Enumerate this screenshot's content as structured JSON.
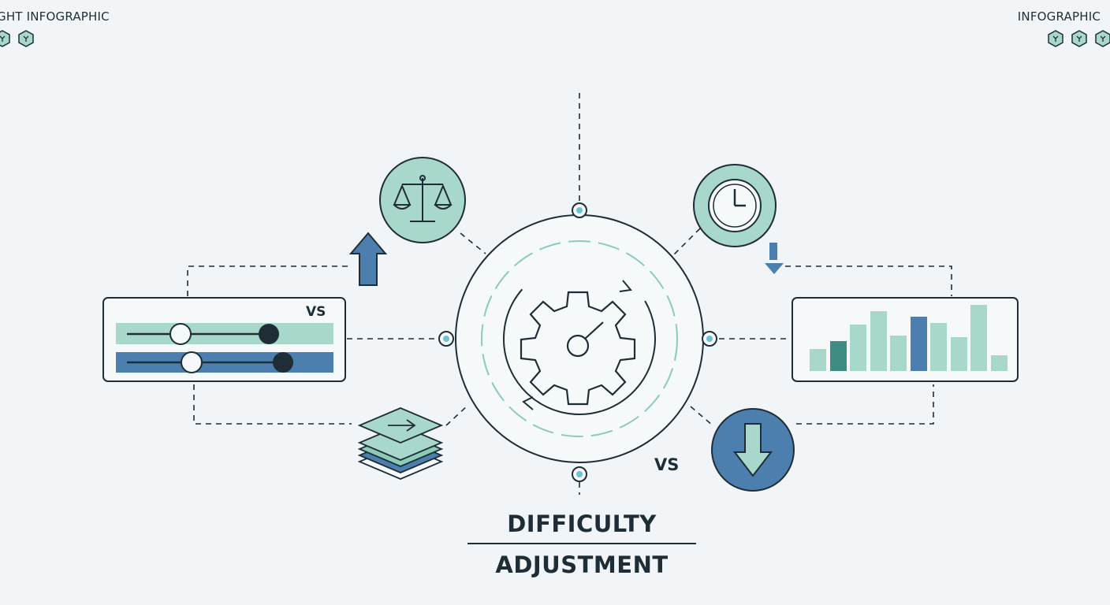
{
  "header": {
    "left_label": "GHT INFOGRAPHIC",
    "right_label": "INFOGRAPHIC"
  },
  "labels": {
    "vs_left": "VS",
    "vs_bottom": "VS"
  },
  "title": {
    "line1": "DIFFICULTY",
    "line2": "ADJUSTMENT"
  },
  "icons": {
    "top_left": "scale-icon",
    "top_right": "clock-icon",
    "left_panel": "sliders-icon",
    "right_panel": "bar-chart-icon",
    "bottom_left": "stacked-layers-icon",
    "bottom_right": "down-arrow-icon",
    "center": "gear-icon",
    "up_arrow": "up-arrow-icon",
    "small_down_arrow": "small-down-arrow-icon"
  },
  "colors": {
    "dark": "#1f2d36",
    "teal_light": "#a8d8cc",
    "teal": "#8ccbb7",
    "teal_dark": "#3f8d82",
    "blue": "#4c7fae",
    "background": "#f1f5f7"
  }
}
